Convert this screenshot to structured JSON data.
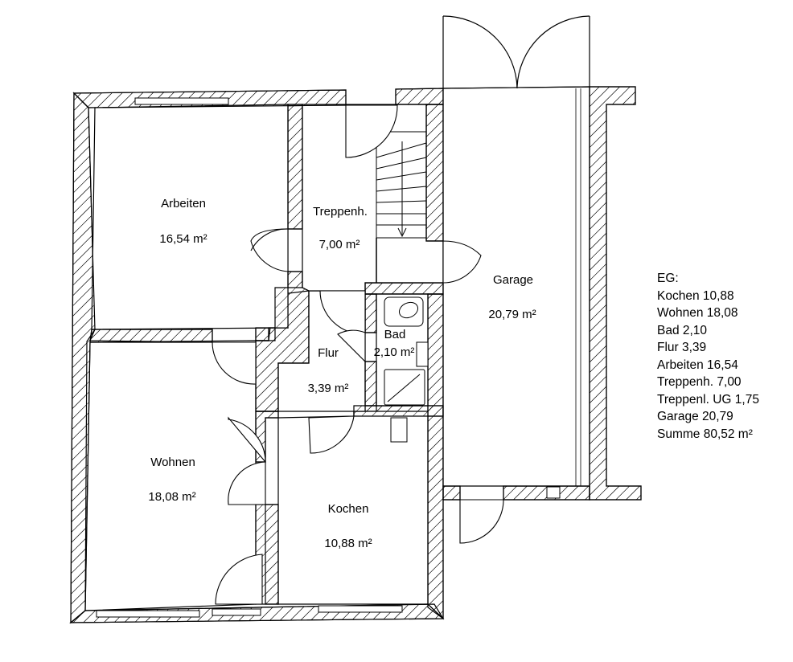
{
  "rooms": {
    "arbeiten": {
      "name": "Arbeiten",
      "area": "16,54 m²"
    },
    "treppenhaus": {
      "name": "Treppenh.",
      "area": "7,00 m²"
    },
    "garage": {
      "name": "Garage",
      "area": "20,79 m²"
    },
    "bad": {
      "name": "Bad",
      "area": "2,10 m²"
    },
    "flur": {
      "name": "Flur",
      "area": "3,39 m²"
    },
    "wohnen": {
      "name": "Wohnen",
      "area": "18,08 m²"
    },
    "kochen": {
      "name": "Kochen",
      "area": "10,88 m²"
    }
  },
  "legend": {
    "heading": "EG:",
    "lines": [
      "Kochen 10,88",
      "Wohnen 18,08",
      "Bad 2,10",
      "Flur 3,39",
      "Arbeiten 16,54",
      "Treppenh. 7,00",
      "Treppenl. UG 1,75",
      "Garage 20,79",
      "Summe 80,52 m²"
    ]
  },
  "colors": {
    "wall_stroke": "#000000",
    "hatch": "#000000",
    "background": "#ffffff"
  }
}
